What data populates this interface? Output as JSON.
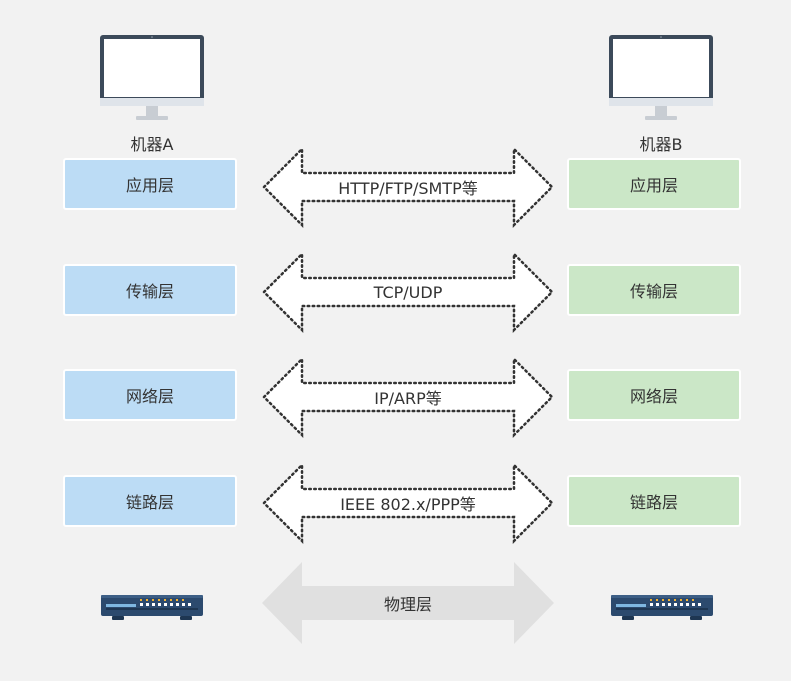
{
  "machines": {
    "a_label": "机器A",
    "b_label": "机器B"
  },
  "layers": [
    {
      "name": "应用层",
      "protocol": "HTTP/FTP/SMTP等"
    },
    {
      "name": "传输层",
      "protocol": "TCP/UDP"
    },
    {
      "name": "网络层",
      "protocol": "IP/ARP等"
    },
    {
      "name": "链路层",
      "protocol": "IEEE 802.x/PPP等"
    }
  ],
  "physical": {
    "label": "物理层"
  },
  "colors": {
    "background": "#f2f2f2",
    "machine_a_layer": "#bcdcf5",
    "machine_b_layer": "#cbe7c7",
    "physical_arrow": "#e0e0e0",
    "device_dark": "#2c4a6e"
  },
  "icons": {
    "machine_a": "computer-monitor-icon",
    "machine_b": "computer-monitor-icon",
    "device_a": "network-switch-icon",
    "device_b": "network-switch-icon"
  }
}
